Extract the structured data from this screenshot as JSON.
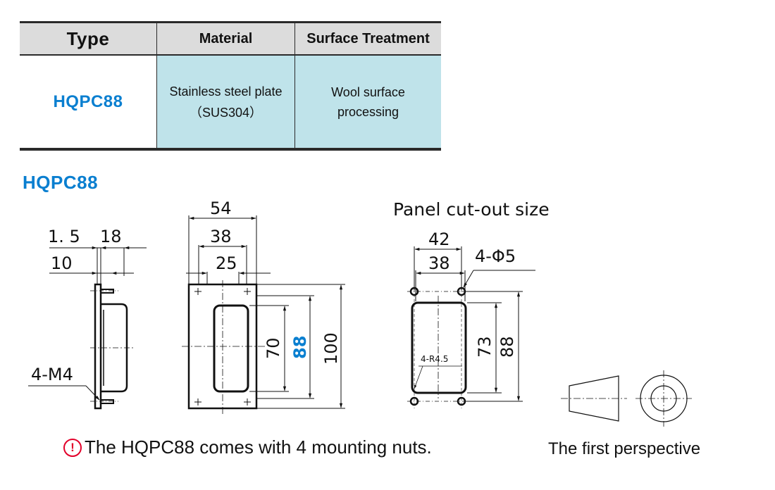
{
  "table": {
    "headers": [
      "Type",
      "Material",
      "Surface Treatment"
    ],
    "row": {
      "type": "HQPC88",
      "material_line1": "Stainless steel plate",
      "material_line2": "（SUS304）",
      "surface_line1": "Wool surface",
      "surface_line2": "processing"
    }
  },
  "section_title": "HQPC88",
  "side_view": {
    "dim_a": "1. 5",
    "dim_b": "18",
    "dim_c": "10",
    "thread": "4-M4"
  },
  "front_view": {
    "width_outer": "54",
    "width_mid": "38",
    "width_inner": "25",
    "height_inner": "70",
    "height_mid": "88",
    "height_outer": "100"
  },
  "cutout": {
    "title": "Panel cut-out size",
    "width_outer": "42",
    "width_inner": "38",
    "holes": "4-Φ5",
    "radius": "4-R4.5",
    "height_inner": "73",
    "height_outer": "88"
  },
  "note": {
    "icon": "exclamation-circle-icon",
    "text": "The HQPC88 comes with 4 mounting nuts."
  },
  "perspective_label": "The first perspective",
  "colors": {
    "accent": "#0a7fd0",
    "cell_bg": "#bfe3ea",
    "header_bg": "#dcdcdc",
    "warn": "#e2002a"
  }
}
